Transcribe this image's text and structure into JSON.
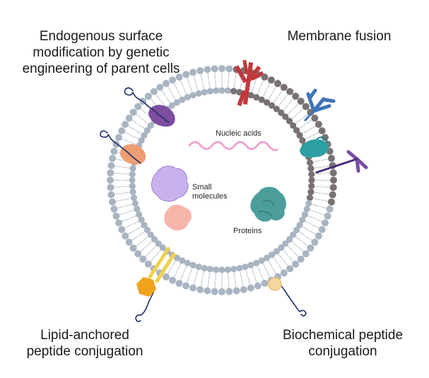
{
  "captions": {
    "top_left": [
      "Endogenous surface",
      "modification by genetic",
      "engineering of parent cells"
    ],
    "top_right": [
      "Membrane fusion"
    ],
    "bottom_left": [
      "Lipid-anchored",
      "peptide conjugation"
    ],
    "bottom_right": [
      "Biochemical peptide",
      "conjugation"
    ]
  },
  "cargo_labels": {
    "nucleic_acids": "Nucleic acids",
    "small_molecules": [
      "Small",
      "molecules"
    ],
    "proteins": "Proteins"
  },
  "colors": {
    "lipid_head": "#a9b4c2",
    "lipid_head_fused": "#7a7272",
    "lipid_tail": "#c9d1da",
    "receptor_red": "#c0393d",
    "receptor_blue": "#3f73b8",
    "receptor_purple": "#5b3f93",
    "protein_teal": "#2b9fa3",
    "membrane_protein_purple": "#7d4ea0",
    "membrane_protein_salmon": "#ee9e73",
    "lipid_anchor_yellow": "#f2d14d",
    "hexagon_orange": "#f0a21c",
    "enzyme_peach": "#f6d9a0",
    "nucleic_acid_pink": "#f0a3cf",
    "small_molecule_lilac": "#c9b1ef",
    "small_molecule_pink": "#f6b5ab",
    "protein_cargo_teal": "#4c9e9c",
    "peptide_navy": "#1f2f6b"
  },
  "icons": {
    "vesicle": "lipid-bilayer-vesicle-icon",
    "receptors": [
      "antibody-receptor-icon",
      "y-receptor-icon"
    ],
    "peptides": "peptide-chain-icon"
  }
}
